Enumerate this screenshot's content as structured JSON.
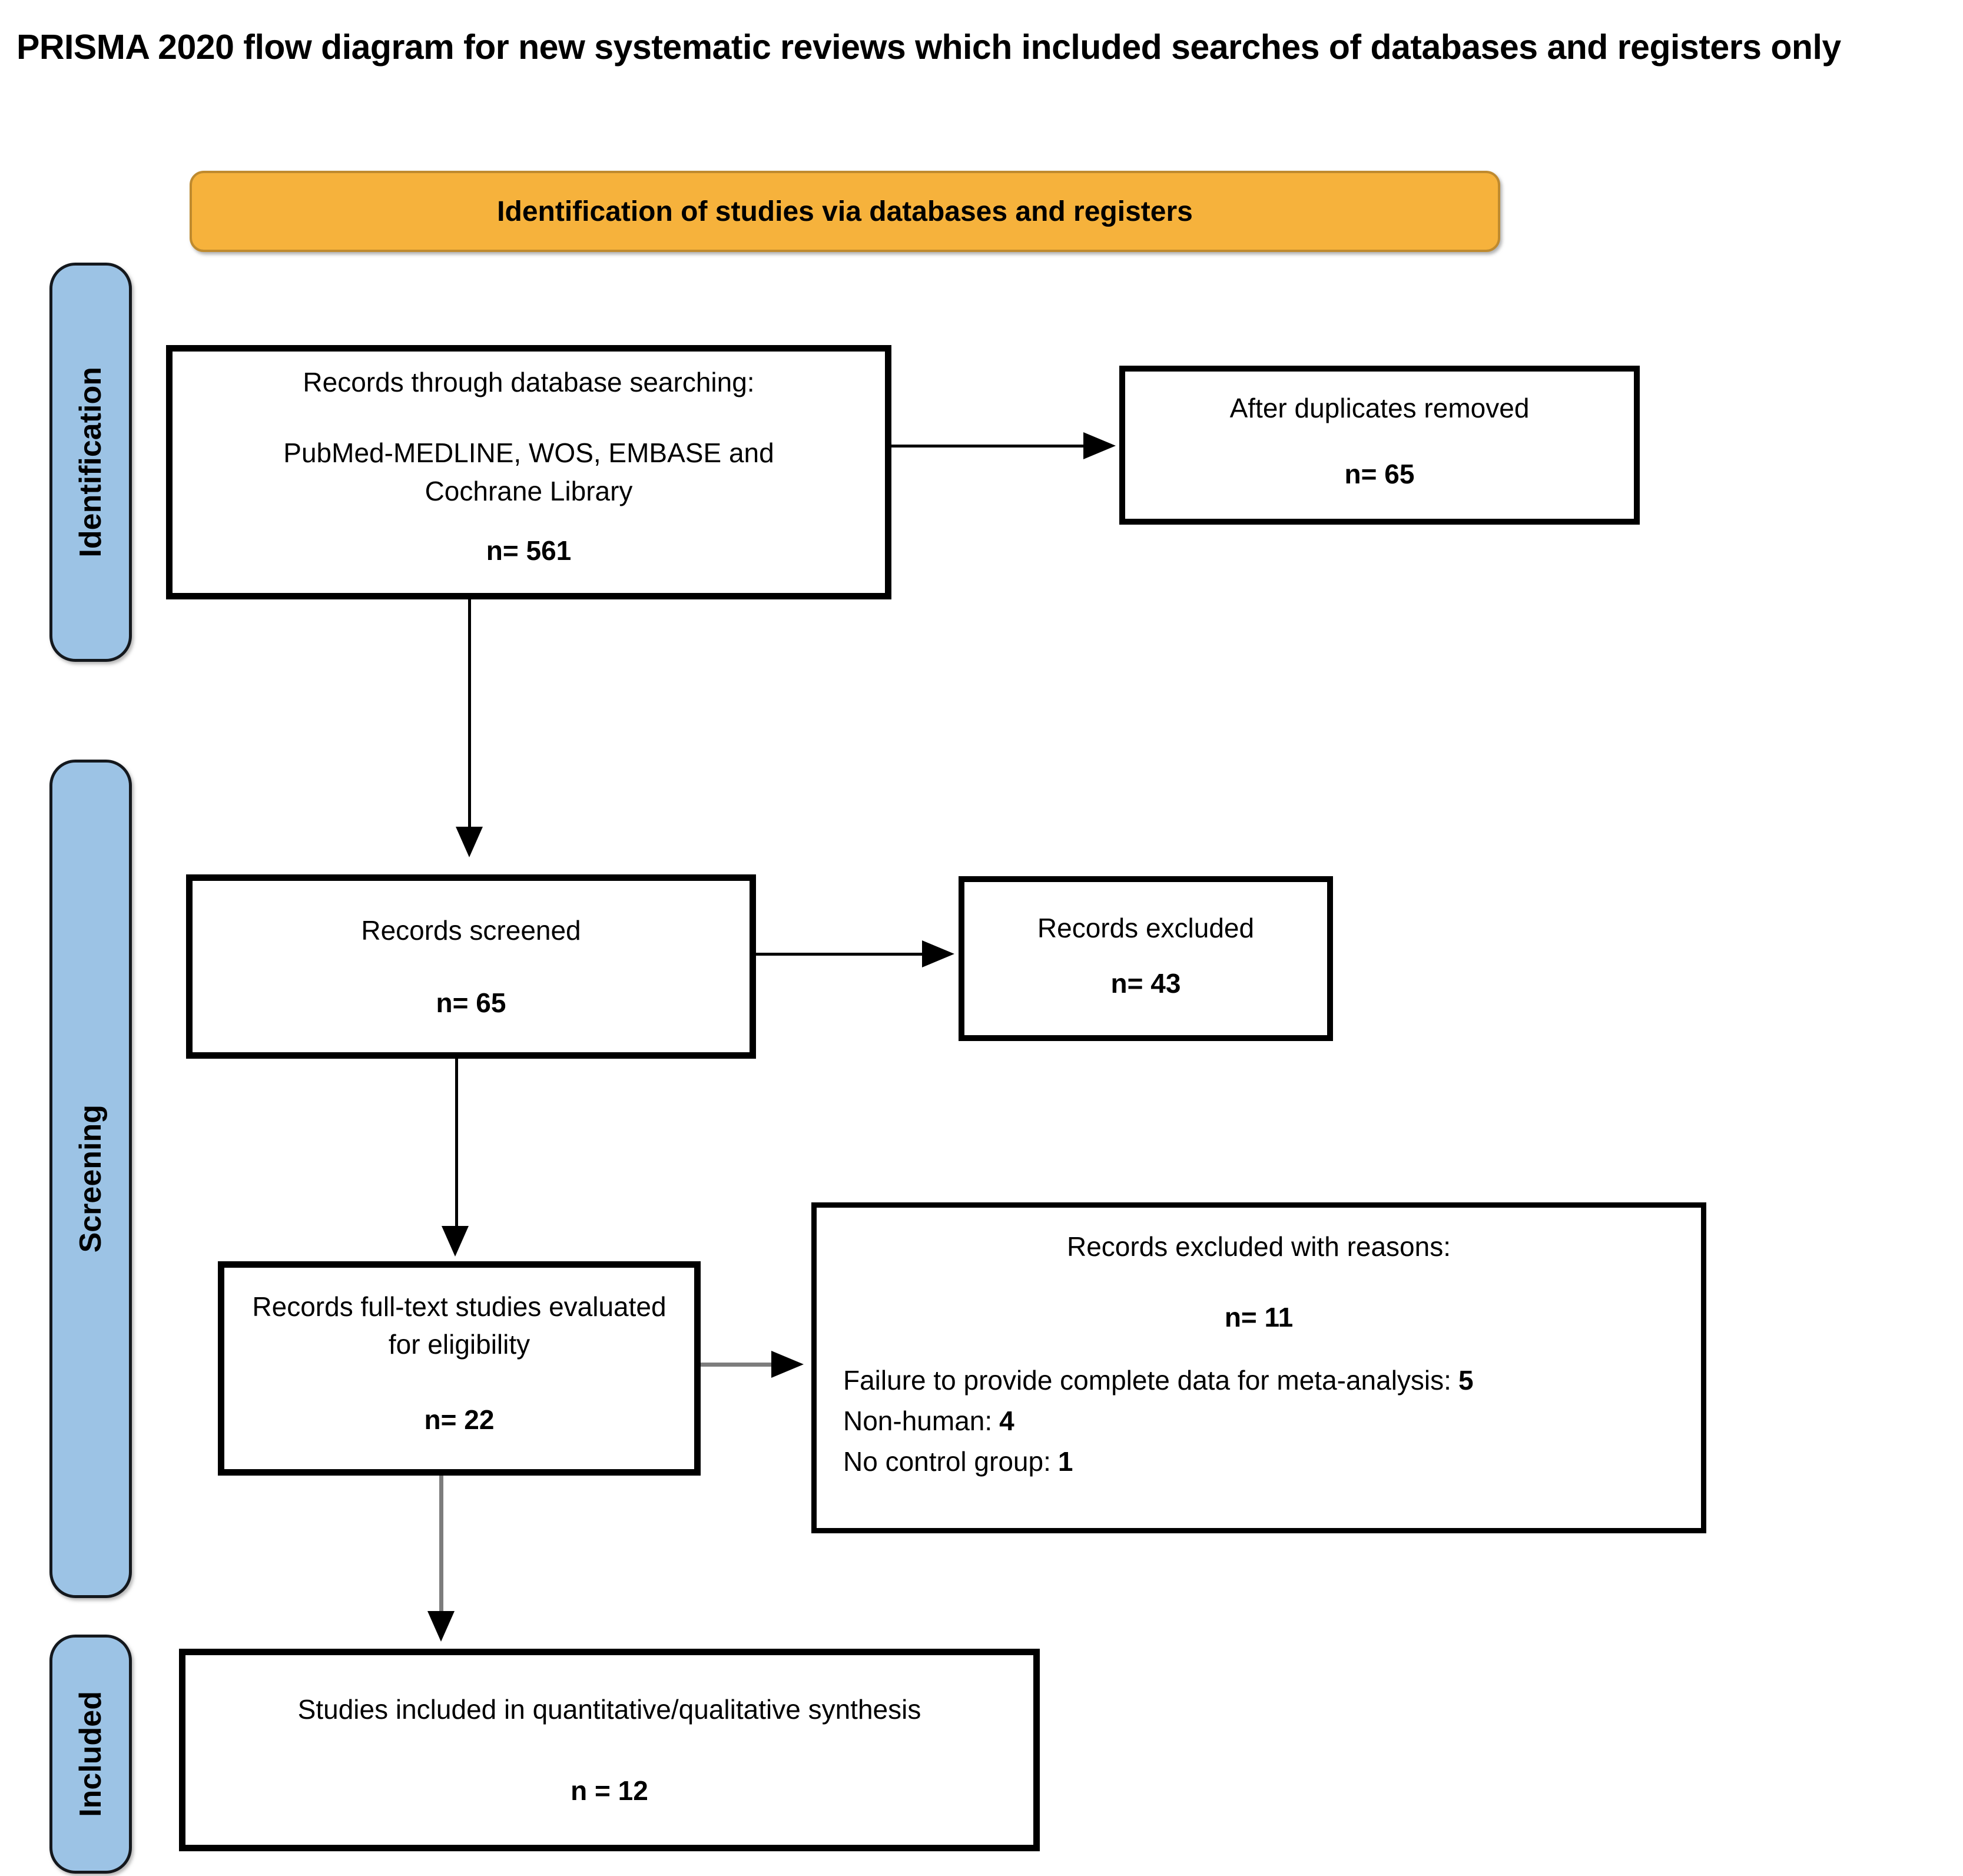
{
  "title": "PRISMA 2020 flow diagram for new systematic reviews which included searches of databases and registers only",
  "banner": {
    "label": "Identification of studies via databases and registers"
  },
  "sidebar": {
    "identification_label": "Identification",
    "screening_label": "Screening",
    "included_label": "Included"
  },
  "boxes": {
    "identified": {
      "title": "Records through database searching:",
      "sources": "PubMed-MEDLINE, WOS, EMBASE and Cochrane Library",
      "n": "n= 561"
    },
    "deduplicated": {
      "title": "After duplicates removed",
      "n": "n= 65"
    },
    "screened": {
      "title": "Records screened",
      "n": "n= 65"
    },
    "excluded": {
      "title": "Records excluded",
      "n": "n= 43"
    },
    "fulltext": {
      "title": "Records full-text studies evaluated for eligibility",
      "n": "n= 22"
    },
    "excluded_reasons": {
      "title": "Records excluded with reasons:",
      "n": "n= 11",
      "reasons": [
        {
          "label": "Failure to provide complete data for meta-analysis:",
          "value": "5"
        },
        {
          "label": "Non-human:",
          "value": "4"
        },
        {
          "label": "No control group:",
          "value": "1"
        }
      ]
    },
    "included_synthesis": {
      "title": "Studies included in quantitative/qualitative synthesis",
      "n": "n = 12"
    }
  },
  "colors": {
    "banner_fill": "#F6B23C",
    "banner_border": "#BF8A2E",
    "stage_fill": "#9CC3E5",
    "box_border": "#000000",
    "arrow_black": "#000000",
    "arrow_gray": "#7D7D7D"
  }
}
